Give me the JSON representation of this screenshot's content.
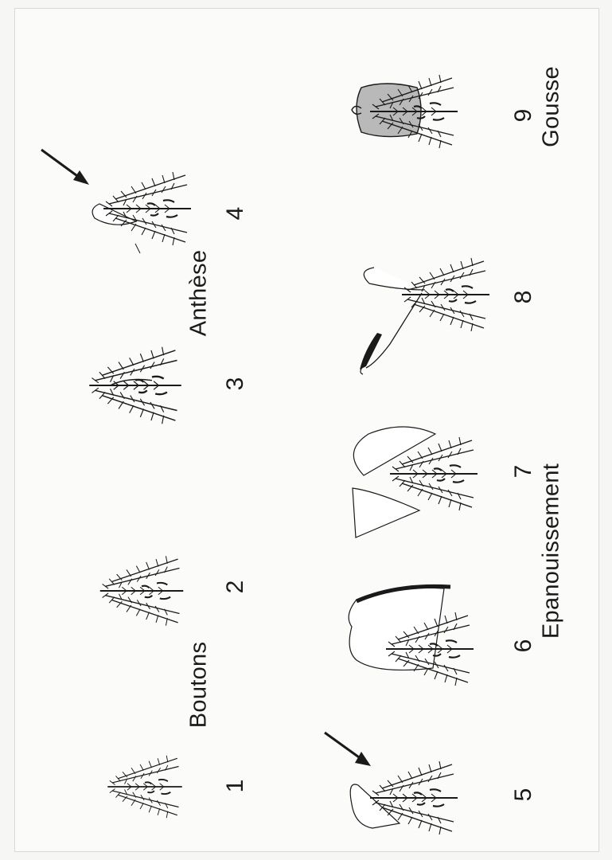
{
  "stages": {
    "boutons": "Boutons",
    "anthese": "Anthèse",
    "epanouissement": "Epanouissement",
    "gousse": "Gousse"
  },
  "numbers": [
    "1",
    "2",
    "3",
    "4",
    "5",
    "6",
    "7",
    "8",
    "9"
  ],
  "colors": {
    "ink": "#1a1a1a",
    "petal_fill": "#ffffff",
    "pod_fill": "#b9b9b9",
    "background": "#f6f6f4"
  }
}
